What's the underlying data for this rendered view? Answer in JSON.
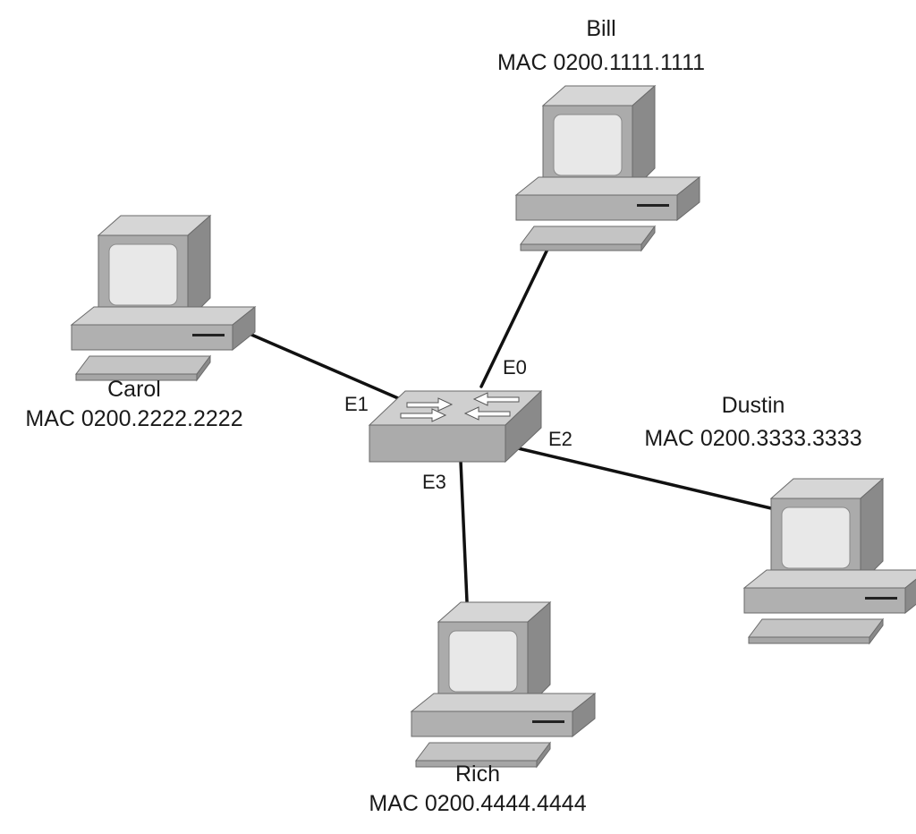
{
  "hosts": {
    "bill": {
      "name": "Bill",
      "mac": "MAC 0200.1111.1111"
    },
    "carol": {
      "name": "Carol",
      "mac": "MAC 0200.2222.2222"
    },
    "dustin": {
      "name": "Dustin",
      "mac": "MAC 0200.3333.3333"
    },
    "rich": {
      "name": "Rich",
      "mac": "MAC 0200.4444.4444"
    }
  },
  "ports": {
    "e0": "E0",
    "e1": "E1",
    "e2": "E2",
    "e3": "E3"
  },
  "colors": {
    "line": "#111111",
    "device_light": "#c9c9c9",
    "device_mid": "#a8a8a8",
    "device_dark": "#7d7d7d",
    "screen": "#e8e8e8"
  }
}
